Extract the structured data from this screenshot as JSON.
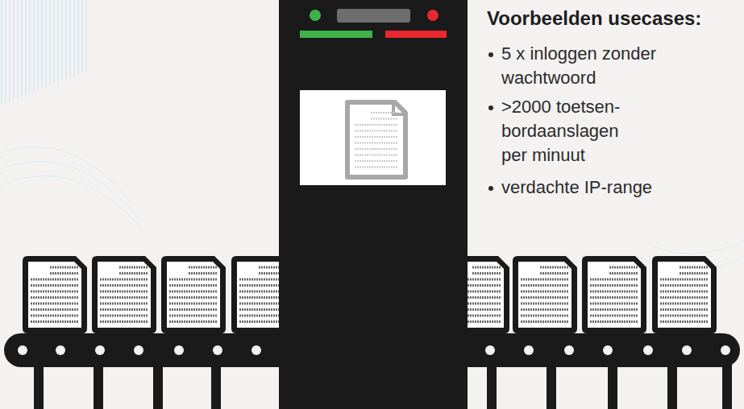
{
  "diagram": {
    "title": "Voorbeelden usecases:",
    "labels": [
      "5 x inloggen zonder wachtwoord",
      ">2000 toetsen- bordaanslagen per minuut",
      "verdachte IP-range"
    ]
  }
}
